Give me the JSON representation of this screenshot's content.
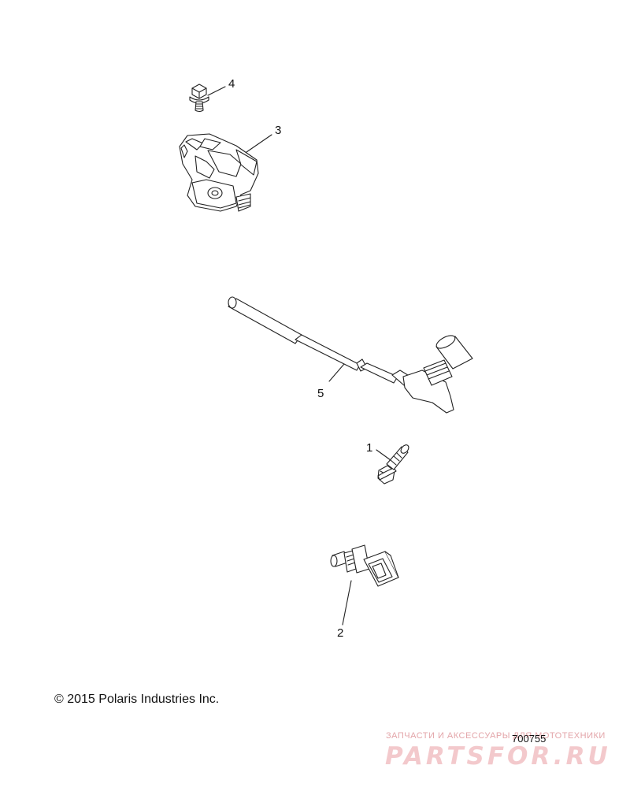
{
  "callouts": {
    "c1": "1",
    "c2": "2",
    "c3": "3",
    "c4": "4",
    "c5": "5"
  },
  "footer": {
    "copyright": "© 2015 Polaris Industries Inc.",
    "figure_id": "700755"
  },
  "watermark": {
    "tagline": "ЗАПЧАСТИ И АКСЕССУАРЫ ДЛЯ МОТОТЕХНИКИ",
    "brand": "PARTSFOR.RU",
    "color": "#f3c9cc"
  }
}
